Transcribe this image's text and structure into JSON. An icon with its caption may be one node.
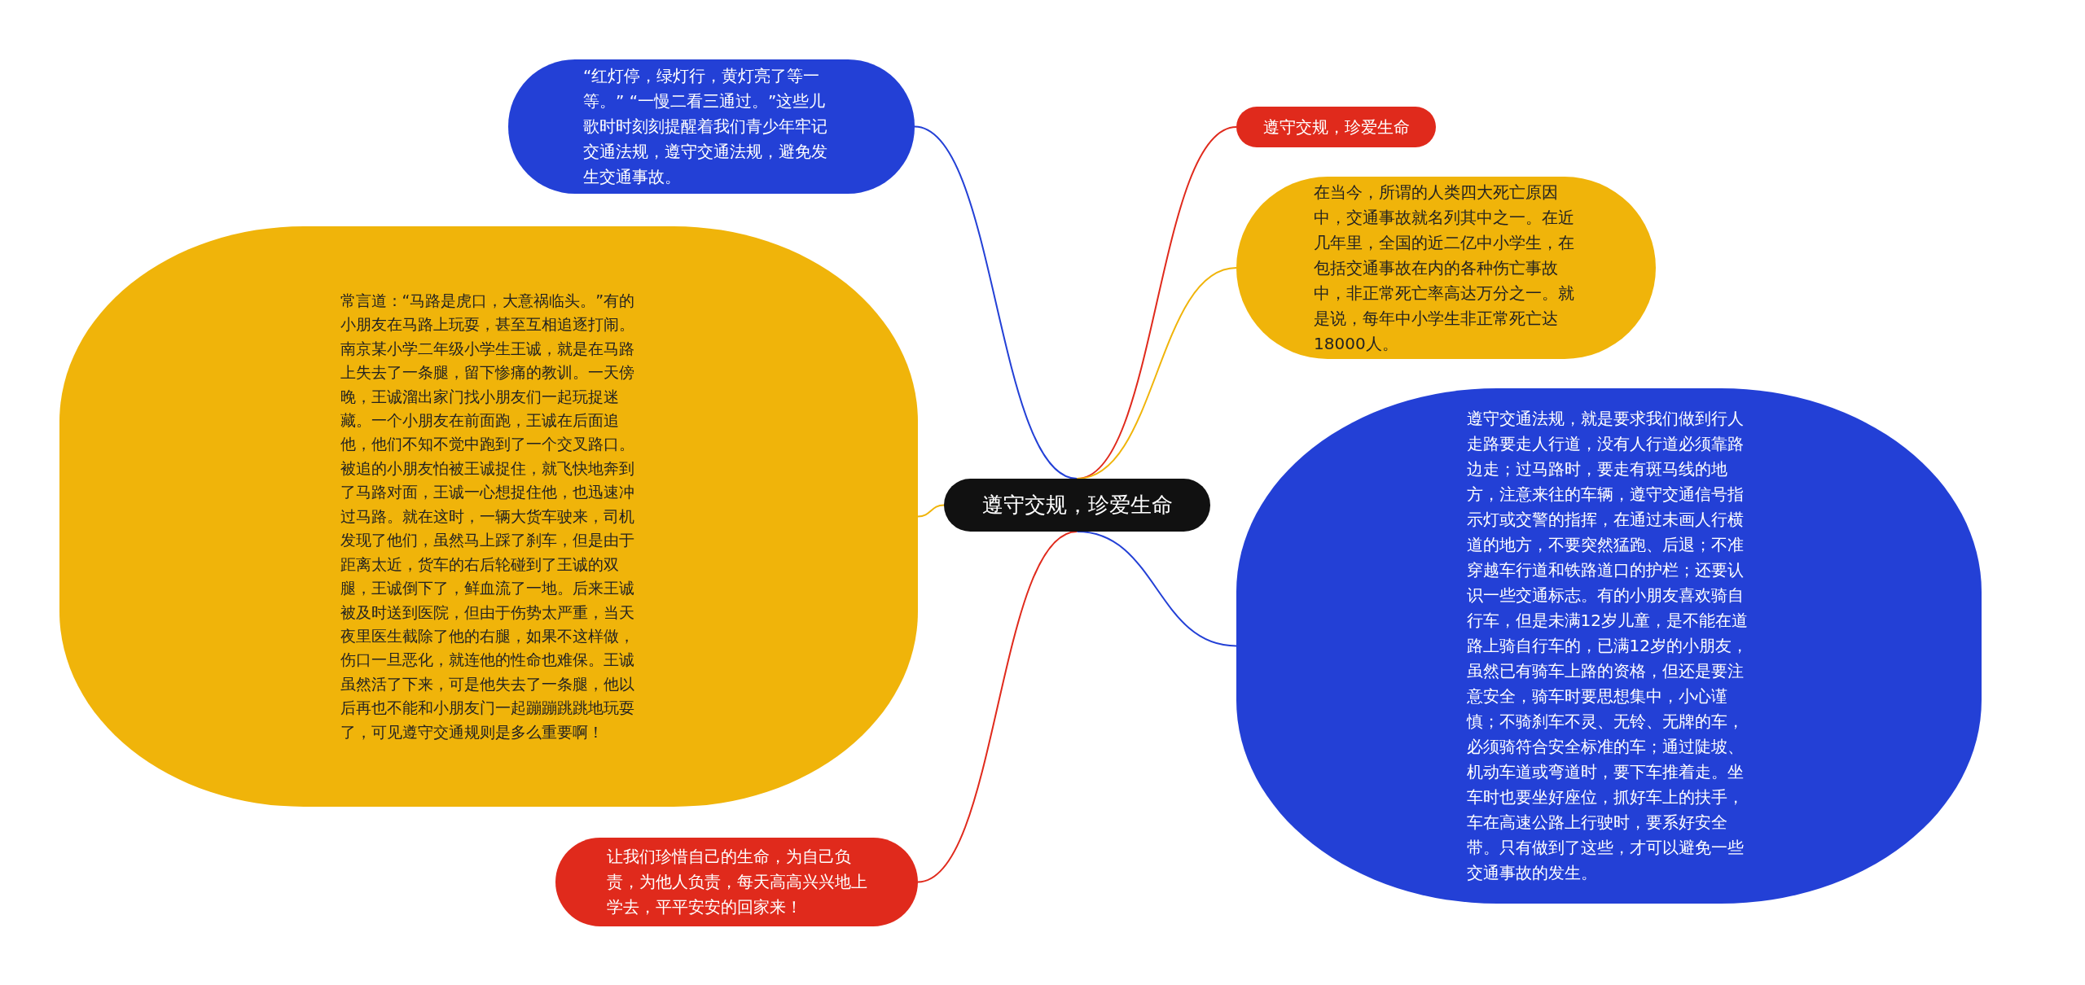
{
  "diagram": {
    "nodes": [
      {
        "text": [
          "遵守交规，珍爱生命"
        ]
      },
      {
        "text": [
          "“红灯停，绿灯行，黄灯亮了等一等。” “一慢二看三通过。”这些儿歌时时刻刻提醒着我们青少年牢记交通法规，遵守交通法规，避免发生交通事故。"
        ]
      },
      {
        "text": [
          "常言道：“马路是虎口，大意祸临头。”有的小朋友在马路上玩耍，甚至互相追逐打闹。南京某小学二年级小学生王诚，就是在马路上失去了一条腿，留下惨痛的教训。一天傍晚，王诚溜出家门找小朋友们一起玩捉迷藏。一个小朋友在前面跑，王诚在后面追他，他们不知不觉中跑到了一个交叉路口。被追的小朋友怕被王诚捉住，就飞快地奔到了马路对面，王诚一心想捉住他，也迅速冲过马路。就在这时，一辆大货车驶来，司机发现了他们，虽然马上踩了刹车，但是由于距离太近，货车的右后轮碰到了王诚的双腿，王诚倒下了，鲜血流了一地。后来王诚被及时送到医院，但由于伤势太严重，当天夜里医生截除了他的右腿，如果不这样做，伤口一旦恶化，就连他的性命也难保。王诚虽然活了下来，可是他失去了一条腿，他以后再也不能和小朋友门一起蹦蹦跳跳地玩耍了，可见遵守交通规则是多么重要啊！"
        ]
      },
      {
        "text": [
          "让我们珍惜自己的生命，为自己负责，为他人负责，每天高高兴兴地上学去，平平安安的回家来！"
        ]
      },
      {
        "text": [
          "遵守交规，珍爱生命"
        ]
      },
      {
        "text": [
          "在当今，所谓的人类四大死亡原因中，交通事故就名列其中之一。在近几年里，全国的近二亿中小学生，在包括交通事故在内的各种伤亡事故中，非正常死亡率高达万分之一。就是说，每年中小学生非正常死亡达18000人。"
        ]
      },
      {
        "text": [
          "遵守交通法规，就是要求我们做到行人走路要走人行道，没有人行道必须靠路边走；过马路时，要走有斑马线的地方，注意来往的车辆，遵守交通信号指示灯或交警的指挥，在通过未画人行横道的地方，不要突然猛跑、后退；不准穿越车行道和铁路道口的护栏；还要认识一些交通标志。有的小朋友喜欢骑自行车，但是未满12岁儿童，是不能在道路上骑自行车的，已满12岁的小朋友，虽然已有骑车上路的资格，但还是要注意安全，骑车时要思想集中，小心谨慎；不骑刹车不灵、无铃、无牌的车，必须骑符合安全标准的车；通过陡坡、机动车道或弯道时，要下车推着走。坐车时也要坐好座位，抓好车上的扶手，车在高速公路上行驶时，要系好安全带。只有做到了这些，才可以避免一些交通事故的发生。"
        ]
      }
    ],
    "edges": [
      {
        "from": 0,
        "to": 1,
        "arrow": "none",
        "color": "#2340d6"
      },
      {
        "from": 0,
        "to": 2,
        "arrow": "none",
        "color": "#f0b40a"
      },
      {
        "from": 0,
        "to": 3,
        "arrow": "none",
        "color": "#e02a1c"
      },
      {
        "from": 0,
        "to": 4,
        "arrow": "none",
        "color": "#e02a1c"
      },
      {
        "from": 0,
        "to": 5,
        "arrow": "none",
        "color": "#f0b40a"
      },
      {
        "from": 0,
        "to": 6,
        "arrow": "none",
        "color": "#2340d6"
      }
    ]
  }
}
